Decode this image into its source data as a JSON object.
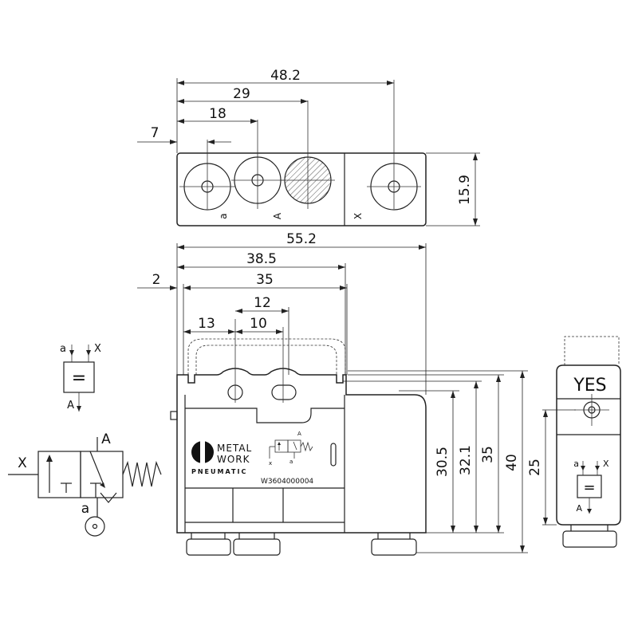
{
  "top_view": {
    "dim_overall": "48.2",
    "dim_29": "29",
    "dim_18": "18",
    "dim_7": "7",
    "dim_height": "15.9",
    "port_labels": [
      "a",
      "A",
      "X"
    ]
  },
  "front_view": {
    "dim_overall": "55.2",
    "dim_38_5": "38.5",
    "dim_35_width": "35",
    "dim_2": "2",
    "dim_12": "12",
    "dim_13": "13",
    "dim_10": "10",
    "dim_30_5": "30.5",
    "dim_32_1": "32.1",
    "dim_35_height": "35",
    "dim_40": "40"
  },
  "label": {
    "brand_line1": "METAL",
    "brand_line2": "WORK",
    "brand_line3": "PNEUMATIC",
    "part_number": "W3604000004",
    "symbol_port_A": "A",
    "symbol_port_x": "x",
    "symbol_port_a": "a"
  },
  "side_view": {
    "title": "YES",
    "dim_25": "25",
    "port_a": "a",
    "port_X": "X",
    "port_A": "A",
    "equals_sign": "="
  },
  "small_symbol": {
    "port_a": "a",
    "port_X": "X",
    "port_A": "A",
    "equals_sign": "="
  },
  "valve_symbol": {
    "port_X": "X",
    "port_A": "A",
    "port_a": "a"
  }
}
